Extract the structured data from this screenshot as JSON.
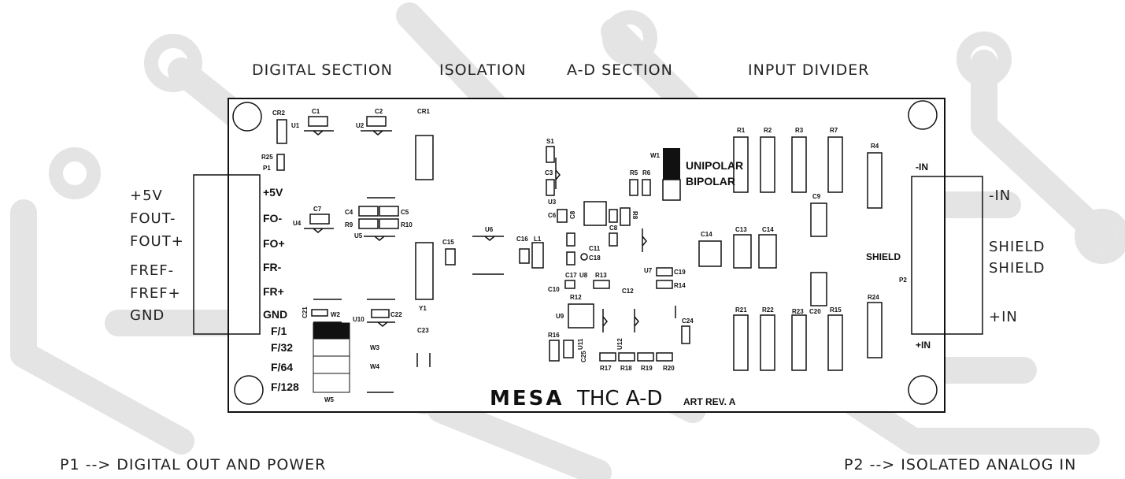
{
  "header": {
    "digital_section": "DIGITAL SECTION",
    "isolation": "ISOLATION",
    "ad_section": "A-D SECTION",
    "input_divider": "INPUT DIVIDER"
  },
  "p1_pins_left": [
    "+5V",
    "FOUT-",
    "FOUT+",
    "FREF-",
    "FREF+",
    "GND"
  ],
  "p1_pins_board": [
    "+5V",
    "FO-",
    "FO+",
    "FR-",
    "FR+",
    "GND"
  ],
  "p2_pins_right": [
    "-IN",
    "SHIELD",
    "SHIELD",
    "+IN"
  ],
  "p2_pins_board": [
    "-IN",
    "SHIELD",
    "+IN"
  ],
  "freq_select": [
    "F/1",
    "F/32",
    "F/64",
    "F/128"
  ],
  "switch_labels": {
    "unipolar": "UNIPOLAR",
    "bipolar": "BIPOLAR"
  },
  "refs": {
    "CR2": "CR2",
    "U1": "U1",
    "C1": "C1",
    "U2": "U2",
    "C2": "C2",
    "CR1": "CR1",
    "R25": "R25",
    "P1": "P1",
    "C7": "C7",
    "U4": "U4",
    "C4": "C4",
    "C5": "C5",
    "R9": "R9",
    "R10": "R10",
    "U5": "U5",
    "C21": "C21",
    "W2": "W2",
    "U10": "U10",
    "C22": "C22",
    "W3": "W3",
    "W4": "W4",
    "W5": "W5",
    "Y1": "Y1",
    "C23": "C23",
    "C15": "C15",
    "U6": "U6",
    "C16": "C16",
    "L1": "L1",
    "S1": "S1",
    "C3": "C3",
    "U3": "U3",
    "C6": "C6",
    "C8a": "C8",
    "R8": "R8",
    "C8b": "C8",
    "C11": "C11",
    "C18": "C18",
    "C17": "C17",
    "U8": "U8",
    "R13": "R13",
    "C10": "C10",
    "R12": "R12",
    "C12": "C12",
    "U7": "U7",
    "C19": "C19",
    "R14": "R14",
    "U9": "U9",
    "R16": "R16",
    "U11": "U11",
    "U12": "U12",
    "C25": "C25",
    "R17": "R17",
    "R18": "R18",
    "R19": "R19",
    "R20": "R20",
    "C24": "C24",
    "R5": "R5",
    "R6": "R6",
    "W1": "W1",
    "C14a": "C14",
    "C13": "C13",
    "C14b": "C14",
    "R1": "R1",
    "R2": "R2",
    "R3": "R3",
    "R7": "R7",
    "R4": "R4",
    "C9": "C9",
    "R21": "R21",
    "R22": "R22",
    "R23": "R23",
    "C20": "C20",
    "R15": "R15",
    "R24": "R24",
    "P2": "P2"
  },
  "logo": {
    "brand": "MESA",
    "product": "THC A-D",
    "rev": "ART REV. A"
  },
  "footer": {
    "p1": "P1 --> DIGITAL OUT AND POWER",
    "p2": "P2 --> ISOLATED ANALOG IN"
  },
  "colors": {
    "ink": "#111111",
    "watermark": "#e3e3e3",
    "board_bg": "#ffffff"
  }
}
